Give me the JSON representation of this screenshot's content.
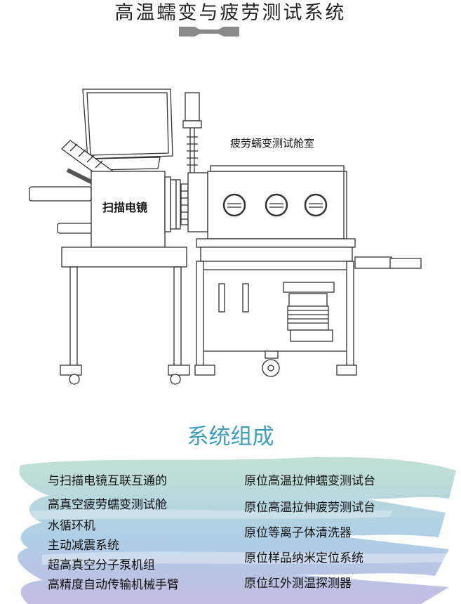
{
  "title": "高温蠕变与疲劳测试系统",
  "labels": {
    "chamber": "疲劳蠕变测试舱室",
    "sem": "扫描电镜"
  },
  "section_heading": "系统组成",
  "components_left": [
    "与扫描电镜互联互通的",
    "高真空疲劳蠕变测试舱",
    "水循环机",
    "主动减震系统",
    "超高真空分子泵机组",
    "高精度自动传输机械手臂"
  ],
  "components_right": [
    "原位高温拉伸蠕变测试台",
    "原位高温拉伸疲劳测试台",
    "原位等离子体清洗器",
    "原位样品纳米定位系统",
    "原位红外测温探测器"
  ],
  "colors": {
    "heading": "#3e9fbd",
    "brush_green": "#b8dccb",
    "brush_blue": "#9fc6e2",
    "brush_purple": "#b9b0de"
  }
}
